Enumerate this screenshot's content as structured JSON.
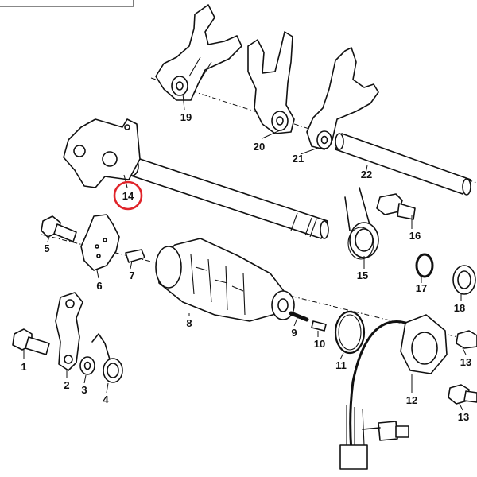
{
  "highlight_color": "#e0242a",
  "highlighted_part": "14",
  "parts": {
    "p1": "1",
    "p2": "2",
    "p3": "3",
    "p4": "4",
    "p5": "5",
    "p6": "6",
    "p7": "7",
    "p8": "8",
    "p9": "9",
    "p10": "10",
    "p11": "11",
    "p12": "12",
    "p13a": "13",
    "p13b": "13",
    "p14": "14",
    "p15": "15",
    "p16": "16",
    "p17": "17",
    "p18": "18",
    "p19": "19",
    "p20": "20",
    "p21": "21",
    "p22": "22"
  }
}
